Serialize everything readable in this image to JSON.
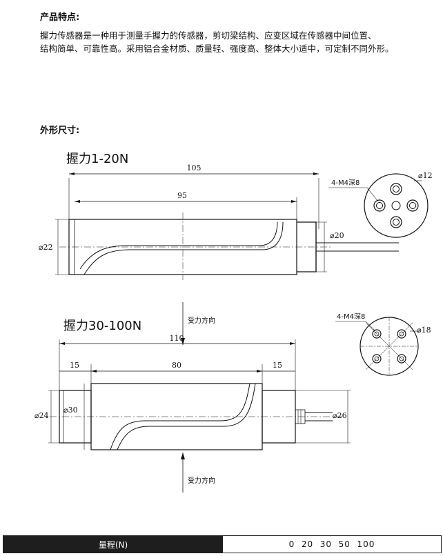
{
  "features": {
    "heading": "产品特点:",
    "line1": "握力传感器是一种用于测量手握力的传感器，剪切梁结构、应变区域在传感器中间位置、",
    "line2": "结构简单、可靠性高。采用铝合金材质、质量轻、强度高、整体大小适中，可定制不同外形。"
  },
  "dimensions_heading": "外形尺寸:",
  "drawing1": {
    "title": "握力1-20N",
    "overall_length": "105",
    "body_length": "95",
    "dia_left": "⌀22",
    "dia_right": "⌀20",
    "end_hole_label": "4-M4深8",
    "end_dia": "⌀12"
  },
  "drawing2": {
    "title": "握力30-100N",
    "overall_length": "110",
    "left_cap": "15",
    "body_length": "80",
    "right_cap": "15",
    "dia_outer": "⌀24",
    "dia_inner": "⌀30",
    "dia_right": "⌀26",
    "force_direction": "受力方向",
    "end_hole_label": "4-M4深8",
    "end_dia": "⌀18"
  },
  "spec": {
    "label": "量程(N)",
    "value": "0  20  30  50  100"
  }
}
